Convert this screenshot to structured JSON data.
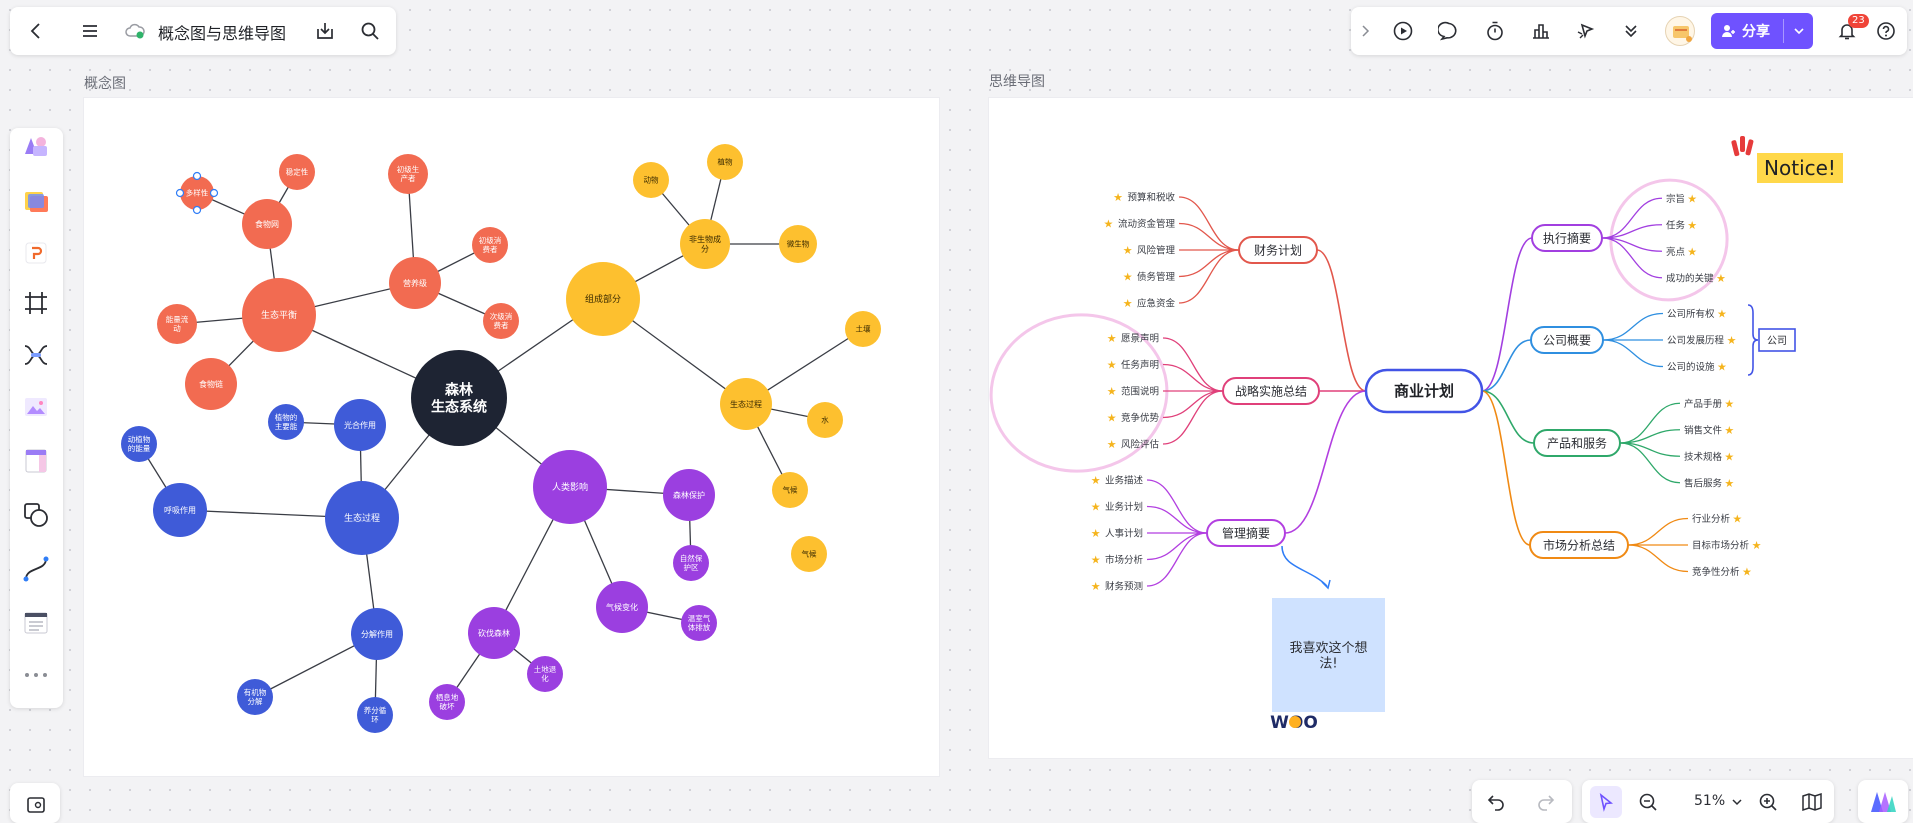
{
  "top_left": {
    "title": "概念图与思维导图"
  },
  "top_right": {
    "share_label": "分享",
    "notif_count": "23"
  },
  "frames": {
    "concept_label": "概念图",
    "mind_label": "思维导图"
  },
  "bottom": {
    "zoom": "51%"
  },
  "concept_map": {
    "center": "森林\n生态系统",
    "nodes": [
      {
        "t": "生态平衡",
        "c": "#f26b51"
      },
      {
        "t": "食物网",
        "c": "#f26b51"
      },
      {
        "t": "多样性",
        "c": "#f26b51"
      },
      {
        "t": "稳定性",
        "c": "#f26b51"
      },
      {
        "t": "能量流\n动",
        "c": "#f26b51"
      },
      {
        "t": "食物链",
        "c": "#f26b51"
      },
      {
        "t": "营养级",
        "c": "#f26b51"
      },
      {
        "t": "初级生\n产者",
        "c": "#f26b51"
      },
      {
        "t": "初级消\n费者",
        "c": "#f26b51"
      },
      {
        "t": "次级消\n费者",
        "c": "#f26b51"
      },
      {
        "t": "组成部分",
        "c": "#fdc02f"
      },
      {
        "t": "非生物成\n分",
        "c": "#fdc02f"
      },
      {
        "t": "动物",
        "c": "#fdc02f"
      },
      {
        "t": "植物",
        "c": "#fdc02f"
      },
      {
        "t": "微生物",
        "c": "#fdc02f"
      },
      {
        "t": "生态过程",
        "c": "#fdc02f"
      },
      {
        "t": "土壤",
        "c": "#fdc02f"
      },
      {
        "t": "水",
        "c": "#fdc02f"
      },
      {
        "t": "气候",
        "c": "#fdc02f"
      },
      {
        "t": "气候",
        "c": "#fdc02f"
      },
      {
        "t": "生态过程",
        "c": "#3f5bd8"
      },
      {
        "t": "光合作用",
        "c": "#3f5bd8"
      },
      {
        "t": "植物的\n主要能",
        "c": "#3f5bd8"
      },
      {
        "t": "呼吸作用",
        "c": "#3f5bd8"
      },
      {
        "t": "动植物\n的能量",
        "c": "#3f5bd8"
      },
      {
        "t": "分解作用",
        "c": "#3f5bd8"
      },
      {
        "t": "有机物\n分解",
        "c": "#3f5bd8"
      },
      {
        "t": "养分循\n环",
        "c": "#3f5bd8"
      },
      {
        "t": "人类影响",
        "c": "#9b3fe0"
      },
      {
        "t": "森林保护",
        "c": "#9b3fe0"
      },
      {
        "t": "自然保\n护区",
        "c": "#9b3fe0"
      },
      {
        "t": "气候变化",
        "c": "#9b3fe0"
      },
      {
        "t": "温室气\n体排放",
        "c": "#9b3fe0"
      },
      {
        "t": "砍伐森林",
        "c": "#9b3fe0"
      },
      {
        "t": "栖息地\n破坏",
        "c": "#9b3fe0"
      },
      {
        "t": "土地退\n化",
        "c": "#9b3fe0"
      }
    ]
  },
  "mind_map": {
    "center": "商业计划",
    "left": [
      {
        "label": "财务计划",
        "color": "#e2574c",
        "items": [
          "预算和税收",
          "流动资金管理",
          "风险管理",
          "债务管理",
          "应急资金"
        ]
      },
      {
        "label": "战略实施总结",
        "color": "#e0407a",
        "items": [
          "愿景声明",
          "任务声明",
          "范围说明",
          "竞争优势",
          "风险评估"
        ]
      },
      {
        "label": "管理摘要",
        "color": "#b23fe0",
        "items": [
          "业务描述",
          "业务计划",
          "人事计划",
          "市场分析",
          "财务预测"
        ]
      }
    ],
    "right": [
      {
        "label": "执行摘要",
        "color": "#a23fe0",
        "items": [
          "宗旨",
          "任务",
          "亮点",
          "成功的关键"
        ]
      },
      {
        "label": "公司概要",
        "color": "#2f8fe0",
        "items": [
          "公司所有权",
          "公司发展历程",
          "公司的设施"
        ]
      },
      {
        "label": "产品和服务",
        "color": "#2fa86a",
        "items": [
          "产品手册",
          "销售文件",
          "技术规格",
          "售后服务"
        ]
      },
      {
        "label": "市场分析总结",
        "color": "#f08a14",
        "items": [
          "行业分析",
          "目标市场分析",
          "竞争性分析"
        ]
      }
    ],
    "summary_label": "公司",
    "note": "我喜欢这个想法!",
    "sticker_notice": "Notice!",
    "sticker_woo": "WOO"
  }
}
